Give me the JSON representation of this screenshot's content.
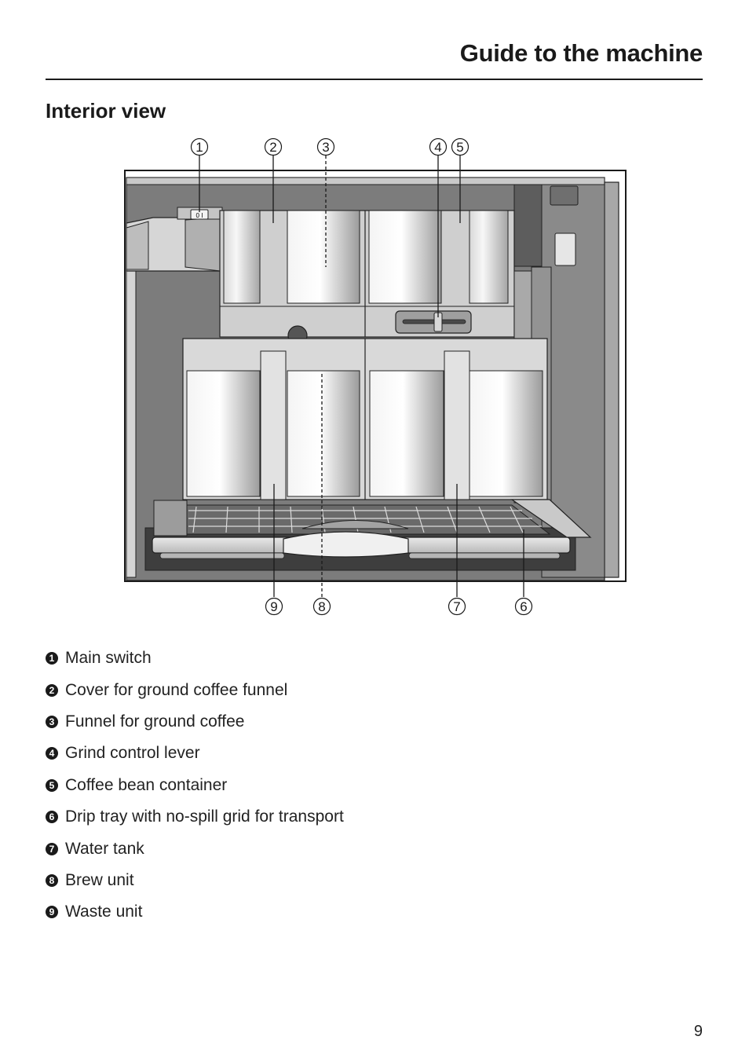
{
  "header": {
    "title": "Guide to the machine"
  },
  "section": {
    "title": "Interior view"
  },
  "diagram": {
    "top_callouts": [
      "1",
      "2",
      "3",
      "4",
      "5"
    ],
    "bottom_callouts": [
      "9",
      "8",
      "7",
      "6"
    ],
    "switch_label": "0 I"
  },
  "legend": [
    {
      "num": "1",
      "label": "Main switch"
    },
    {
      "num": "2",
      "label": "Cover for ground coffee funnel"
    },
    {
      "num": "3",
      "label": "Funnel for ground coffee"
    },
    {
      "num": "4",
      "label": "Grind control lever"
    },
    {
      "num": "5",
      "label": "Coffee bean container"
    },
    {
      "num": "6",
      "label": "Drip tray with no-spill grid for transport"
    },
    {
      "num": "7",
      "label": "Water tank"
    },
    {
      "num": "8",
      "label": "Brew unit"
    },
    {
      "num": "9",
      "label": "Waste unit"
    }
  ],
  "page_number": "9"
}
